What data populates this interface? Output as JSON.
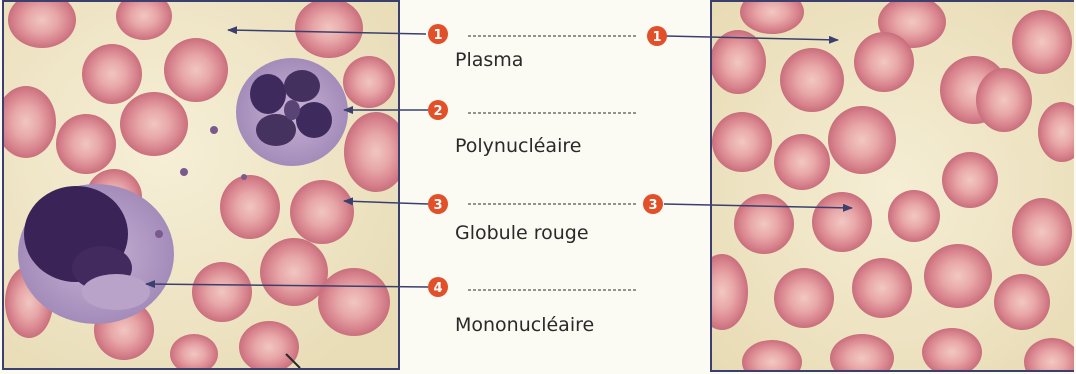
{
  "labels": [
    {
      "number": "1",
      "text": "Plasma"
    },
    {
      "number": "2",
      "text": "Polynucléaire"
    },
    {
      "number": "3",
      "text": "Globule rouge"
    },
    {
      "number": "4",
      "text": "Mononucléaire"
    }
  ],
  "colors": {
    "marker": "#e2502a",
    "arrow": "#3b3f6e",
    "plasma": "#efe6c8",
    "red_cell": "#d98891",
    "red_cell_center": "#ecb7b4",
    "nucleus": "#3e2a5c",
    "cytoplasm": "#b9a3c9"
  }
}
